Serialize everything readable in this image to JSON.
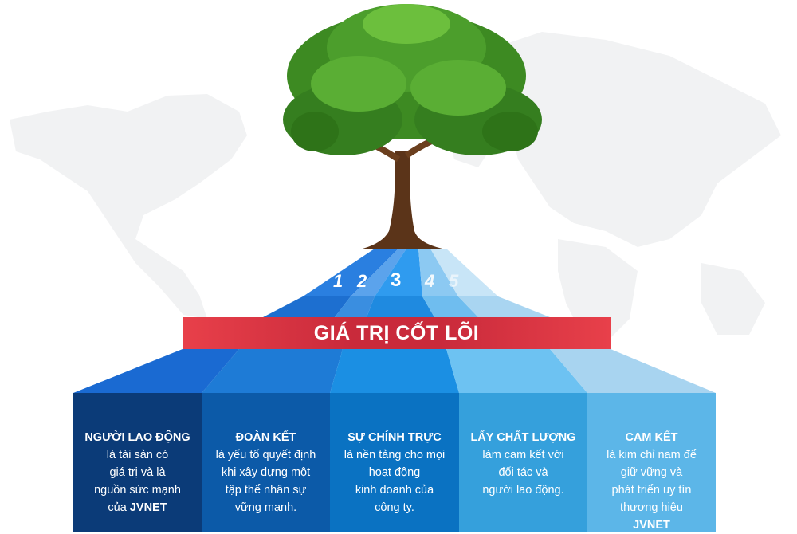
{
  "banner": {
    "title": "GIÁ TRỊ CỐT LÕI",
    "color": "#d9303f"
  },
  "steps": [
    "1",
    "2",
    "3",
    "4",
    "5"
  ],
  "panels": [
    {
      "title": "NGƯỜI LAO ĐỘNG",
      "lines": [
        "là tài sản có",
        "giá trị và là",
        "nguồn sức mạnh"
      ],
      "last_prefix": "của ",
      "last_bold": "JVNET",
      "color": "#0b3b78"
    },
    {
      "title": "ĐOÀN KẾT",
      "lines": [
        "là yếu tố quyết định",
        "khi xây dựng một",
        "tập thể nhân sự",
        "vững mạnh."
      ],
      "color": "#0c5aa8"
    },
    {
      "title": "SỰ CHÍNH TRỰC",
      "lines": [
        "là nền tảng cho mọi",
        "hoạt động",
        "kinh doanh của",
        "công ty."
      ],
      "color": "#0a72c2"
    },
    {
      "title": "LẤY CHẤT LƯỢNG",
      "lines": [
        "làm cam kết với",
        "đối tác và",
        "người lao động."
      ],
      "color": "#35a0dc"
    },
    {
      "title": "CAM KẾT",
      "lines": [
        "là kim chỉ nam để",
        "giữ vững và",
        "phát triển uy tín",
        "thương hiệu"
      ],
      "last_bold": "JVNET",
      "color": "#5cb6e8"
    }
  ]
}
